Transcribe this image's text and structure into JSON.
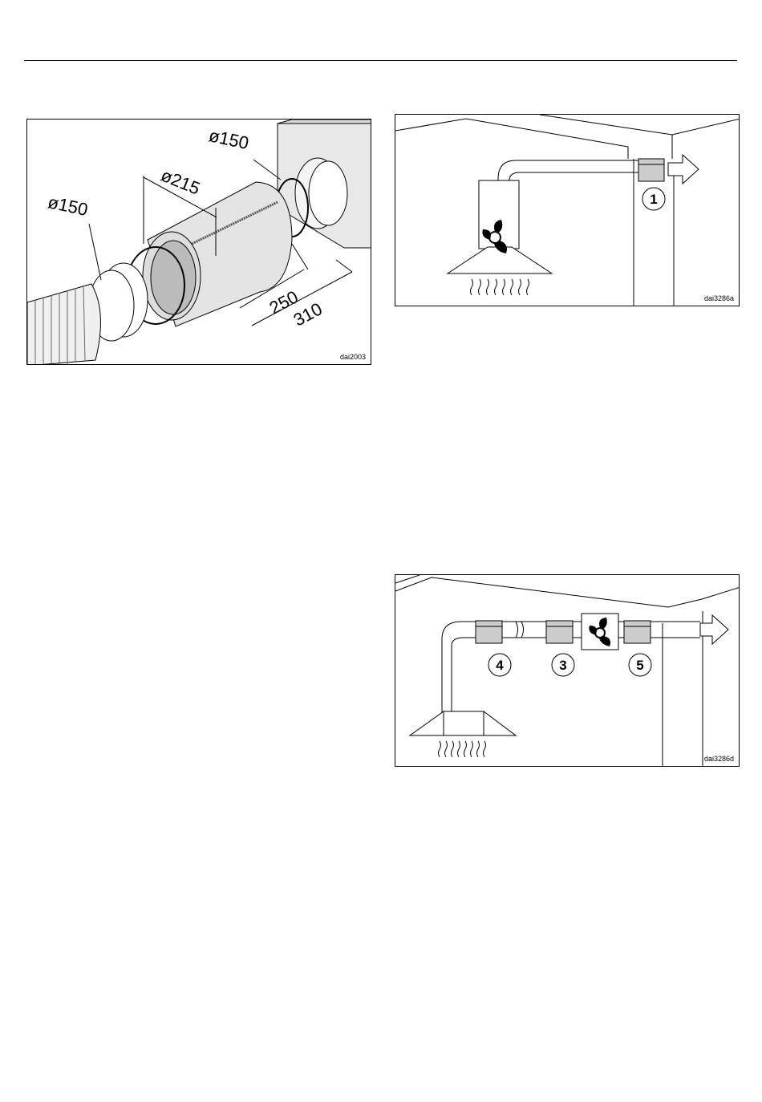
{
  "figures": {
    "filter_assembly": {
      "code": "dai2003",
      "dimensions": {
        "d_right": "ø150",
        "d_left": "ø150",
        "d_body": "ø215",
        "len_inner": "250",
        "len_outer": "310"
      }
    },
    "exhaust_direct": {
      "code": "dai3286a",
      "callouts": [
        "1"
      ]
    },
    "exhaust_inline": {
      "code": "dai3286d",
      "callouts": [
        "4",
        "3",
        "5"
      ]
    }
  }
}
